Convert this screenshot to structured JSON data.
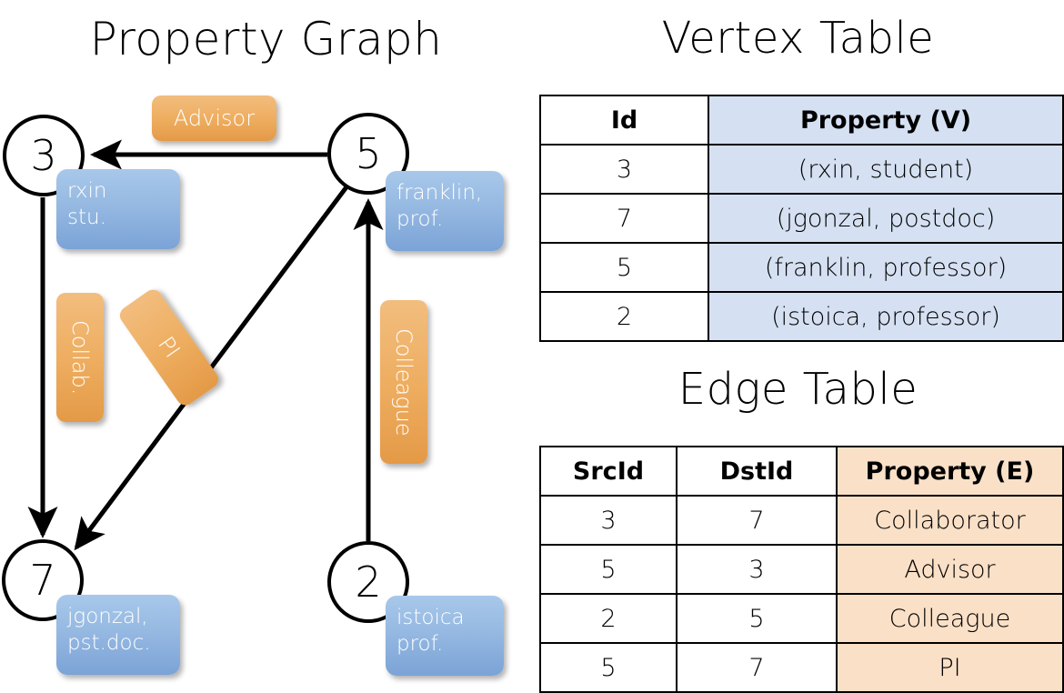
{
  "graph": {
    "title": "Property Graph",
    "nodes": [
      {
        "id": "3",
        "property": "rxin\nstu."
      },
      {
        "id": "5",
        "property": "franklin,\nprof."
      },
      {
        "id": "7",
        "property": "jgonzal,\npst.doc."
      },
      {
        "id": "2",
        "property": "istoica\nprof."
      }
    ],
    "edge_labels": [
      {
        "text": "Advisor",
        "from": "5",
        "to": "3"
      },
      {
        "text": "Collab.",
        "from": "3",
        "to": "7"
      },
      {
        "text": "PI",
        "from": "5",
        "to": "7"
      },
      {
        "text": "Colleague",
        "from": "2",
        "to": "5"
      }
    ]
  },
  "vertex_table": {
    "title": "Vertex Table",
    "columns": [
      "Id",
      "Property (V)"
    ],
    "rows": [
      [
        "3",
        "(rxin, student)"
      ],
      [
        "7",
        "(jgonzal, postdoc)"
      ],
      [
        "5",
        "(franklin, professor)"
      ],
      [
        "2",
        "(istoica, professor)"
      ]
    ]
  },
  "edge_table": {
    "title": "Edge Table",
    "columns": [
      "SrcId",
      "DstId",
      "Property (E)"
    ],
    "rows": [
      [
        "3",
        "7",
        "Collaborator"
      ],
      [
        "5",
        "3",
        "Advisor"
      ],
      [
        "2",
        "5",
        "Colleague"
      ],
      [
        "5",
        "7",
        "PI"
      ]
    ]
  },
  "colors": {
    "node_stroke": "#000000",
    "vertex_property_fill": "#d5e1f2",
    "edge_property_fill": "#fae0c7",
    "vertex_box": "#96b9e2",
    "edge_label_box": "#eeae61",
    "background": "#ffffff"
  }
}
